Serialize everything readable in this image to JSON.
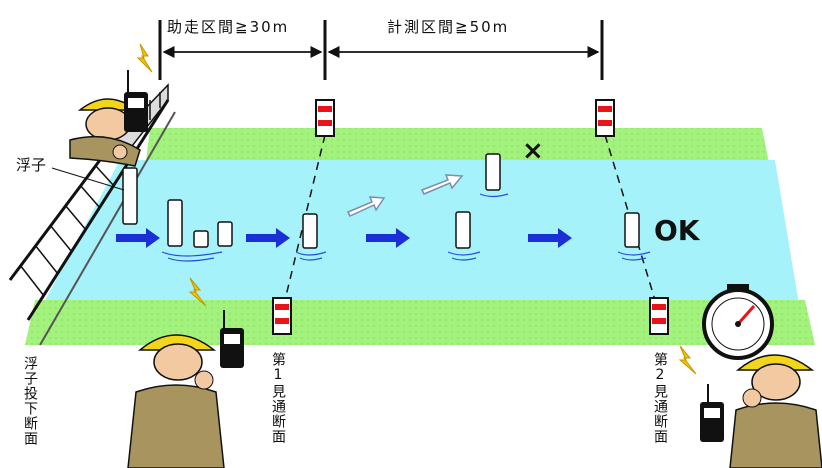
{
  "dimensions": {
    "run_up": "助走区間≧30m",
    "measure": "計測区間≧50m"
  },
  "labels": {
    "float": "浮子",
    "ok": "OK",
    "ng": "×",
    "drop_section": "浮子投下断面",
    "sight1": "第1見通断面",
    "sight2": "第2見通断面"
  },
  "colors": {
    "water": "#a6f2fb",
    "grass": "#9ff07a",
    "marker_red": "#e8141a",
    "flow_arrow": "#1a2fd6",
    "helmet": "#f3d51c",
    "skin": "#f2c9a0",
    "shirt": "#a8945e"
  },
  "icons": [
    "flow-arrow-icon",
    "radio-icon",
    "lightning-icon",
    "stopwatch-icon",
    "helmet-icon"
  ]
}
